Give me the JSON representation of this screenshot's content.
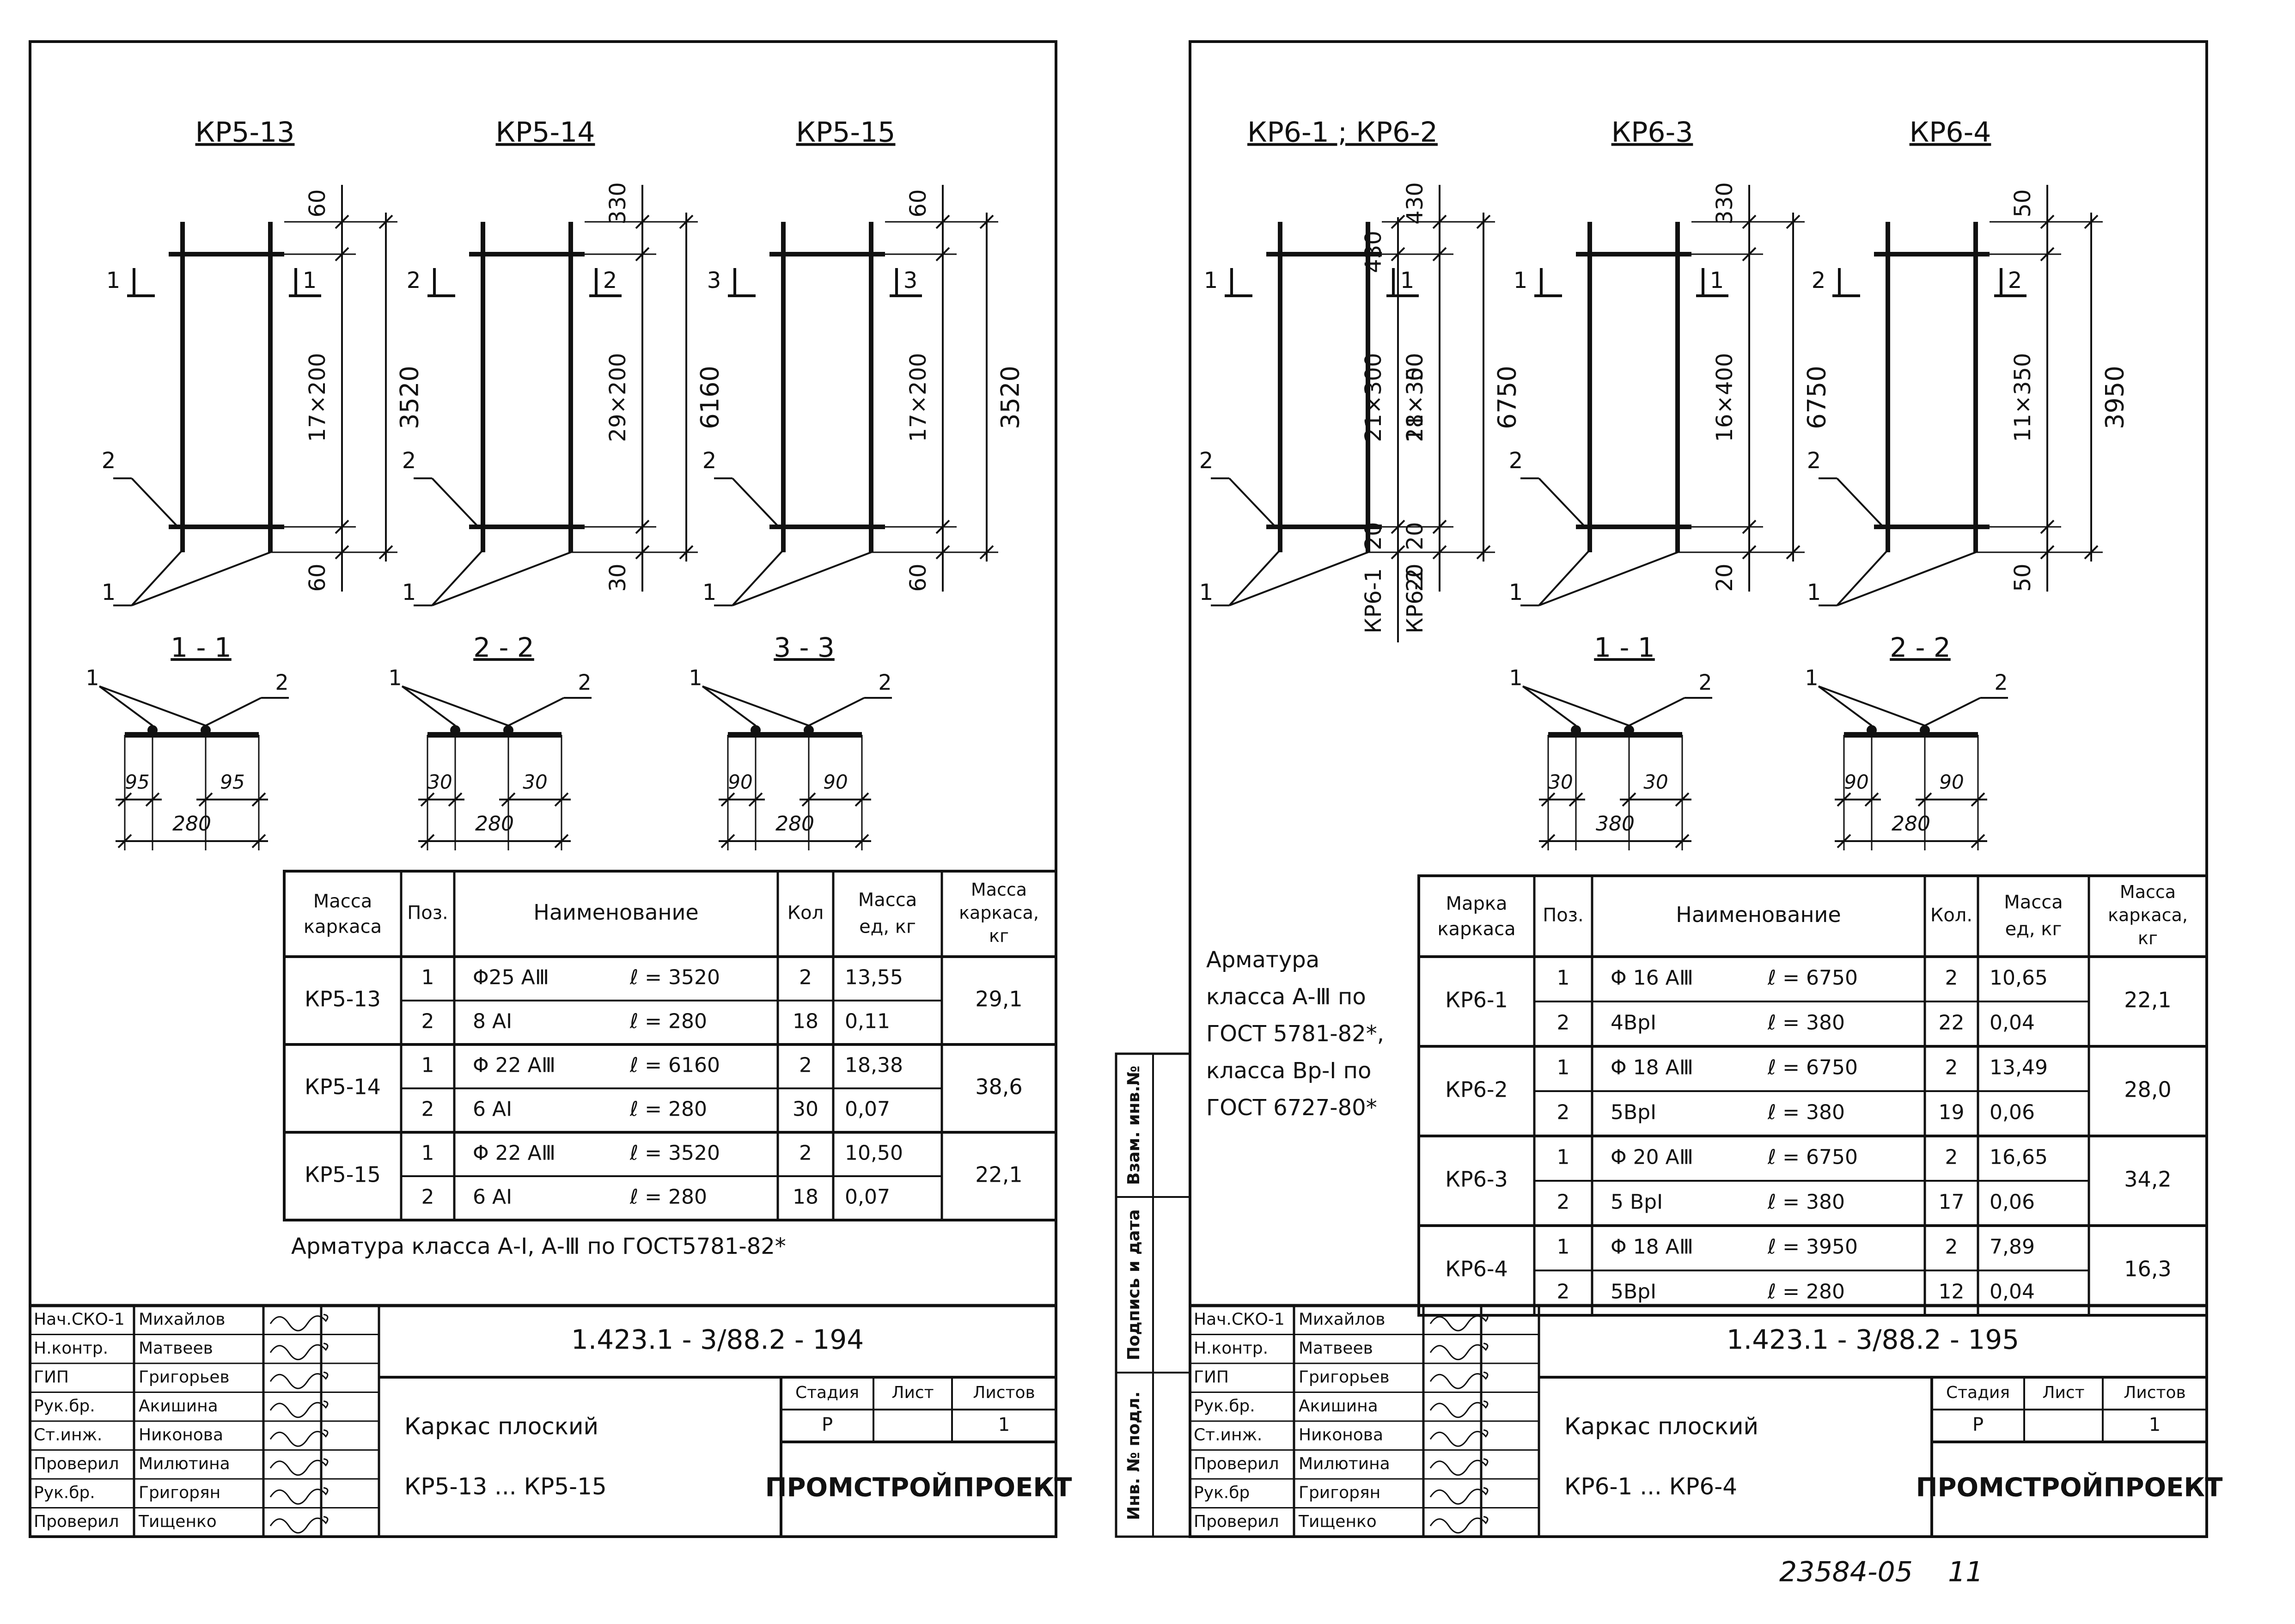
{
  "sheets": [
    {
      "frames": [
        {
          "title": "КР5-13",
          "top_dim": "60",
          "mid_dim": "17×200",
          "total_dim": "3520",
          "bottom_dim": "60",
          "sec_left": "1",
          "sec_right": "1",
          "pos_mid": "2",
          "pos_bot": "1"
        },
        {
          "title": "КР5-14",
          "top_dim": "330",
          "mid_dim": "29×200",
          "total_dim": "6160",
          "bottom_dim": "30",
          "sec_left": "2",
          "sec_right": "2",
          "pos_mid": "2",
          "pos_bot": "1"
        },
        {
          "title": "КР5-15",
          "top_dim": "60",
          "mid_dim": "17×200",
          "total_dim": "3520",
          "bottom_dim": "60",
          "sec_left": "3",
          "sec_right": "3",
          "pos_mid": "2",
          "pos_bot": "1"
        }
      ],
      "sections": [
        {
          "title": "1 - 1",
          "pos_a": "1",
          "pos_b": "2",
          "dim_left": "95",
          "dim_right": "95",
          "width": "280"
        },
        {
          "title": "2 - 2",
          "pos_a": "1",
          "pos_b": "2",
          "dim_left": "30",
          "dim_right": "30",
          "width": "280"
        },
        {
          "title": "3 - 3",
          "pos_a": "1",
          "pos_b": "2",
          "dim_left": "90",
          "dim_right": "90",
          "width": "280"
        }
      ],
      "table": {
        "head_mark": [
          "Масса",
          "каркаса"
        ],
        "head_pos": "Поз.",
        "head_name": "Наименование",
        "head_qty": "Кол",
        "head_unit": [
          "Масса",
          "ед, кг"
        ],
        "head_total": [
          "Масса",
          "каркаса,",
          "кг"
        ],
        "groups": [
          {
            "mark": "КР5-13",
            "total": "29,1",
            "rows": [
              {
                "pos": "1",
                "name": "Φ25 АⅢ",
                "len": "ℓ = 3520",
                "qty": "2",
                "unit": "13,55"
              },
              {
                "pos": "2",
                "name": "8 АⅠ",
                "len": "ℓ = 280",
                "qty": "18",
                "unit": "0,11"
              }
            ]
          },
          {
            "mark": "КР5-14",
            "total": "38,6",
            "rows": [
              {
                "pos": "1",
                "name": "Φ 22 АⅢ",
                "len": "ℓ = 6160",
                "qty": "2",
                "unit": "18,38"
              },
              {
                "pos": "2",
                "name": "6 АⅠ",
                "len": "ℓ = 280",
                "qty": "30",
                "unit": "0,07"
              }
            ]
          },
          {
            "mark": "КР5-15",
            "total": "22,1",
            "rows": [
              {
                "pos": "1",
                "name": "Φ 22 АⅢ",
                "len": "ℓ = 3520",
                "qty": "2",
                "unit": "10,50"
              },
              {
                "pos": "2",
                "name": "6 АⅠ",
                "len": "ℓ = 280",
                "qty": "18",
                "unit": "0,07"
              }
            ]
          }
        ]
      },
      "note": [
        "Арматура класса А-Ⅰ, А-Ⅲ по ГОСТ5781-82*"
      ],
      "stamp": {
        "people": [
          {
            "role": "Нач.СКО-1",
            "name": "Михайлов"
          },
          {
            "role": "Н.контр.",
            "name": "Матвеев"
          },
          {
            "role": "ГИП",
            "name": "Григорьев"
          },
          {
            "role": "Рук.бр.",
            "name": "Акишина"
          },
          {
            "role": "Ст.инж.",
            "name": "Никонова"
          },
          {
            "role": "Проверил",
            "name": "Милютина"
          },
          {
            "role": "Рук.бр.",
            "name": "Григорян"
          },
          {
            "role": "Проверил",
            "name": "Тищенко"
          }
        ],
        "code": "1.423.1 - 3/88.2 - 194",
        "title_line1": "Каркас плоский",
        "title_line2": "КР5-13 ... КР5-15",
        "stage_label": "Стадия",
        "sheet_label": "Лист",
        "sheets_label": "Листов",
        "stage": "Р",
        "sheet_no": "",
        "sheets_total": "1",
        "org": "ПРОМСТРОЙПРОЕКТ"
      }
    },
    {
      "frames": [
        {
          "title": "КР6-1 ; КР6-2",
          "top_dim": "430",
          "mid_dim": "21×300",
          "total_dim": "6750",
          "bottom_dim": "20",
          "sec_left": "1",
          "sec_right": "1",
          "pos_mid": "2",
          "pos_bot": "1",
          "dual": {
            "top": "430",
            "mid": "18×350",
            "bottom": "20",
            "label_a": "КР6-1",
            "label_b": "КР6-2"
          }
        },
        {
          "title": "КР6-3",
          "top_dim": "330",
          "mid_dim": "16×400",
          "total_dim": "6750",
          "bottom_dim": "20",
          "sec_left": "1",
          "sec_right": "1",
          "pos_mid": "2",
          "pos_bot": "1"
        },
        {
          "title": "КР6-4",
          "top_dim": "50",
          "mid_dim": "11×350",
          "total_dim": "3950",
          "bottom_dim": "50",
          "sec_left": "2",
          "sec_right": "2",
          "pos_mid": "2",
          "pos_bot": "1"
        }
      ],
      "sections": [
        {
          "title": "1 - 1",
          "pos_a": "1",
          "pos_b": "2",
          "dim_left": "30",
          "dim_right": "30",
          "width": "380"
        },
        {
          "title": "2 - 2",
          "pos_a": "1",
          "pos_b": "2",
          "dim_left": "90",
          "dim_right": "90",
          "width": "280"
        }
      ],
      "table": {
        "head_mark": [
          "Марка",
          "каркаса"
        ],
        "head_pos": "Поз.",
        "head_name": "Наименование",
        "head_qty": "Кол.",
        "head_unit": [
          "Масса",
          "ед, кг"
        ],
        "head_total": [
          "Масса",
          "каркаса,",
          "кг"
        ],
        "groups": [
          {
            "mark": "КР6-1",
            "total": "22,1",
            "rows": [
              {
                "pos": "1",
                "name": "Φ 16 АⅢ",
                "len": "ℓ = 6750",
                "qty": "2",
                "unit": "10,65"
              },
              {
                "pos": "2",
                "name": "4ВрⅠ",
                "len": "ℓ = 380",
                "qty": "22",
                "unit": "0,04"
              }
            ]
          },
          {
            "mark": "КР6-2",
            "total": "28,0",
            "rows": [
              {
                "pos": "1",
                "name": "Φ 18 АⅢ",
                "len": "ℓ = 6750",
                "qty": "2",
                "unit": "13,49"
              },
              {
                "pos": "2",
                "name": "5ВрⅠ",
                "len": "ℓ = 380",
                "qty": "19",
                "unit": "0,06"
              }
            ]
          },
          {
            "mark": "КР6-3",
            "total": "34,2",
            "rows": [
              {
                "pos": "1",
                "name": "Φ 20 АⅢ",
                "len": "ℓ = 6750",
                "qty": "2",
                "unit": "16,65"
              },
              {
                "pos": "2",
                "name": "5 ВрⅠ",
                "len": "ℓ = 380",
                "qty": "17",
                "unit": "0,06"
              }
            ]
          },
          {
            "mark": "КР6-4",
            "total": "16,3",
            "rows": [
              {
                "pos": "1",
                "name": "Φ 18 АⅢ",
                "len": "ℓ = 3950",
                "qty": "2",
                "unit": "7,89"
              },
              {
                "pos": "2",
                "name": "5ВрⅠ",
                "len": "ℓ = 280",
                "qty": "12",
                "unit": "0,04"
              }
            ]
          }
        ]
      },
      "note": [
        "Арматура",
        "класса А-Ⅲ по",
        "ГОСТ 5781-82*,",
        "класса Вр-Ⅰ по",
        "ГОСТ 6727-80*"
      ],
      "side_labels": [
        "Взам. инв.№",
        "Подпись и дата",
        "Инв. № подл."
      ],
      "stamp": {
        "people": [
          {
            "role": "Нач.СКО-1",
            "name": "Михайлов"
          },
          {
            "role": "Н.контр.",
            "name": "Матвеев"
          },
          {
            "role": "ГИП",
            "name": "Григорьев"
          },
          {
            "role": "Рук.бр.",
            "name": "Акишина"
          },
          {
            "role": "Ст.инж.",
            "name": "Никонова"
          },
          {
            "role": "Проверил",
            "name": "Милютина"
          },
          {
            "role": "Рук.бр",
            "name": "Григорян"
          },
          {
            "role": "Проверил",
            "name": "Тищенко"
          }
        ],
        "code": "1.423.1 - 3/88.2 - 195",
        "title_line1": "Каркас плоский",
        "title_line2": "КР6-1 ... КР6-4",
        "stage_label": "Стадия",
        "sheet_label": "Лист",
        "sheets_label": "Листов",
        "stage": "Р",
        "sheet_no": "",
        "sheets_total": "1",
        "org": "ПРОМСТРОЙПРОЕКТ"
      }
    }
  ],
  "archive_number": "23584-05",
  "archive_page": "11"
}
